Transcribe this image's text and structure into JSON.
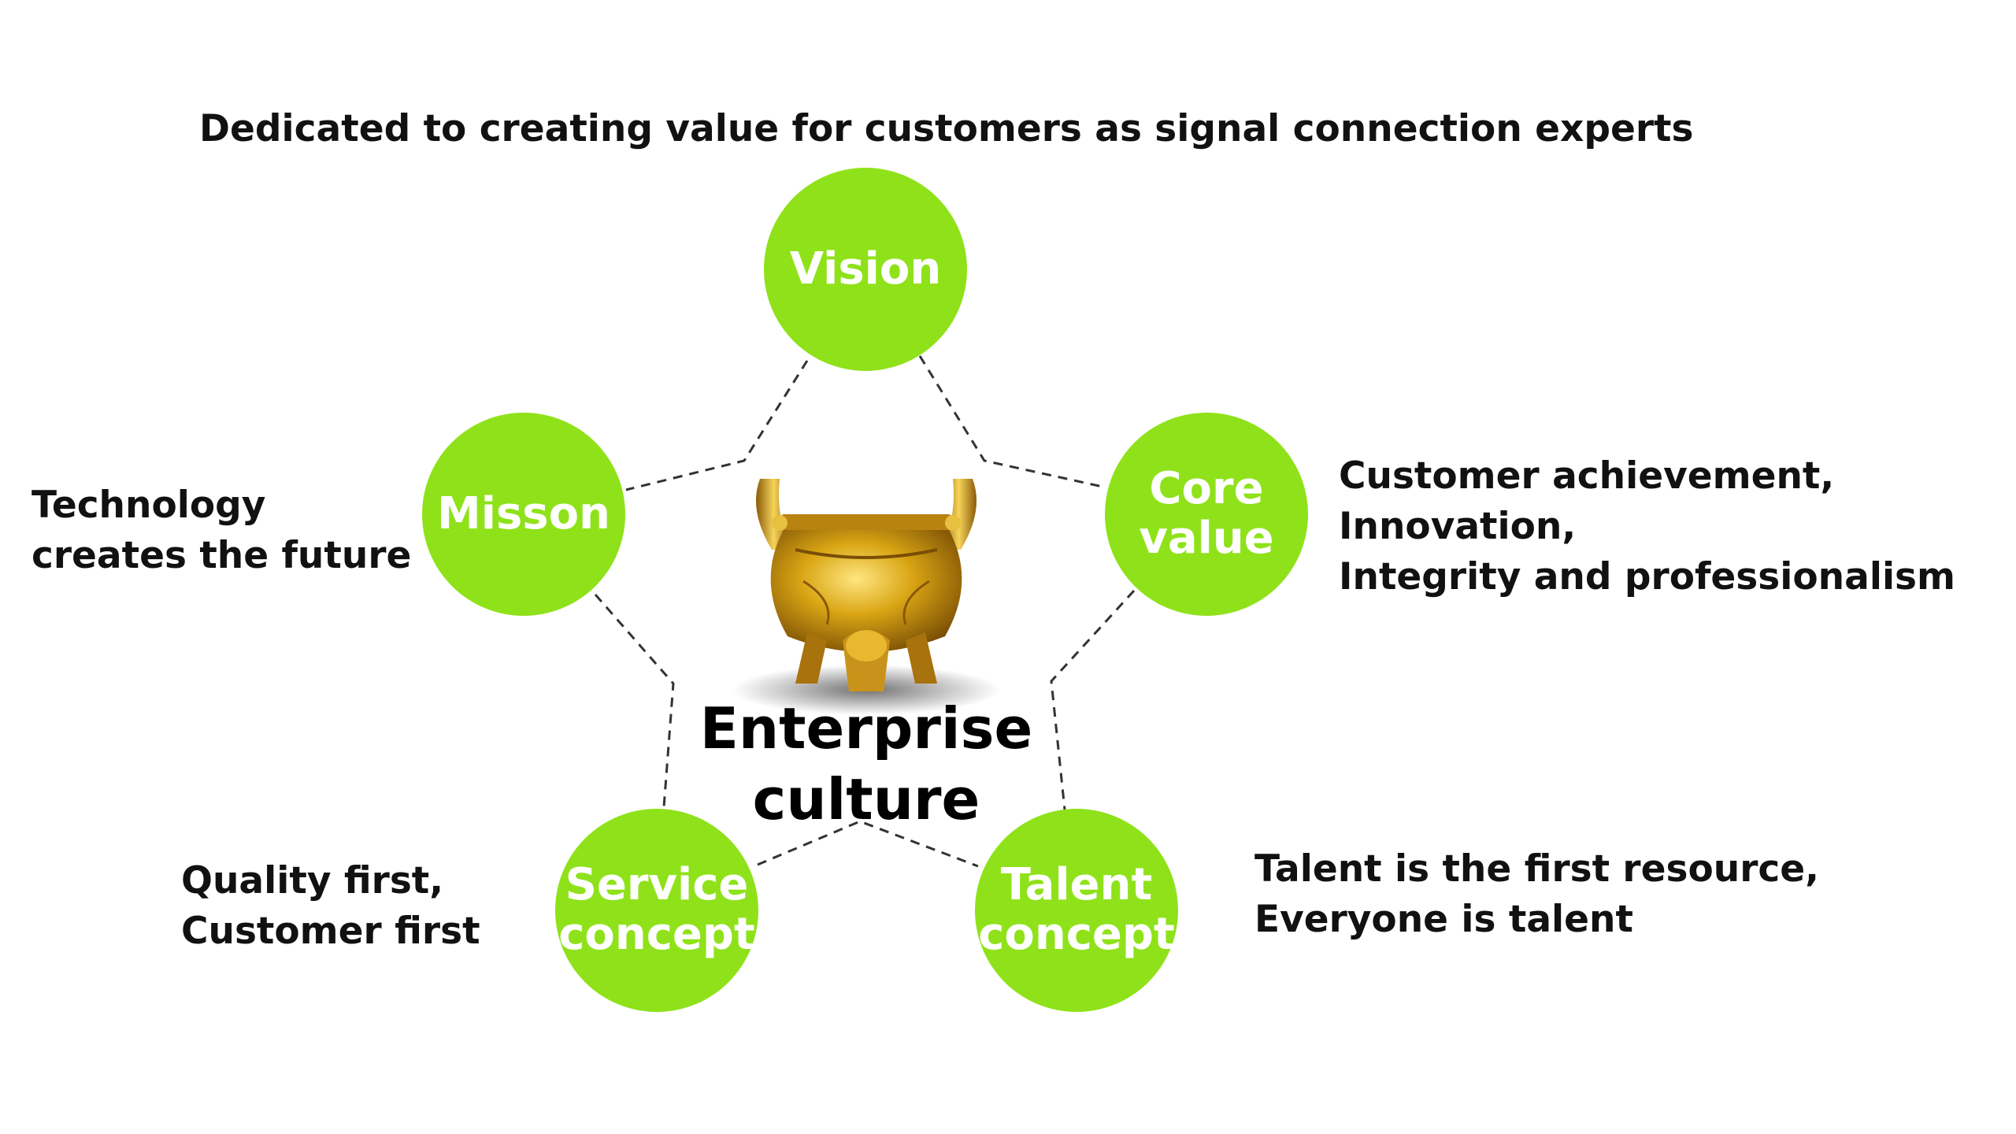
{
  "tagline": "Dedicated to creating value for customers as signal connection experts",
  "center": {
    "lines": [
      "Enterprise",
      "culture"
    ]
  },
  "nodes": {
    "vision": {
      "lines": [
        "Vision"
      ]
    },
    "mission": {
      "lines": [
        "Misson"
      ]
    },
    "core_value": {
      "lines": [
        "Core",
        "value"
      ]
    },
    "service_concept": {
      "lines": [
        "Service",
        "concept"
      ]
    },
    "talent_concept": {
      "lines": [
        "Talent",
        "concept"
      ]
    }
  },
  "descriptions": {
    "mission": [
      "Technology",
      "creates the future"
    ],
    "core_value": [
      "Customer achievement,",
      "Innovation,",
      "Integrity and professionalism"
    ],
    "service_concept": [
      "Quality first,",
      "Customer first"
    ],
    "talent_concept": [
      "Talent is the first resource,",
      "Everyone is talent"
    ]
  },
  "colors": {
    "node_fill": "#8FE21A",
    "node_text": "#ffffff",
    "connector": "#333333",
    "text": "#111111",
    "cauldron_gold": "#D9A514"
  },
  "connector_style": "dashed",
  "center_image": "bronze-cauldron-icon"
}
